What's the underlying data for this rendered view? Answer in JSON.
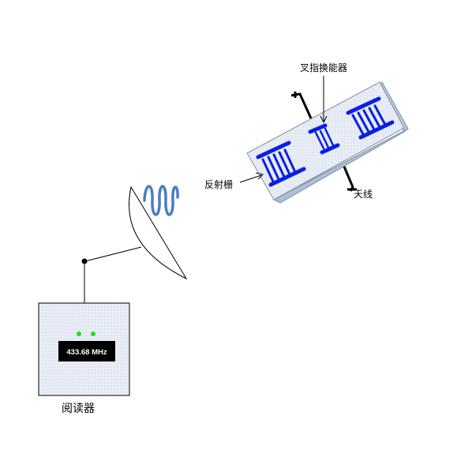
{
  "labels": {
    "idt": "叉指换能器",
    "reflector": "反射栅",
    "antenna": "天线",
    "reader": "阅读器"
  },
  "reader": {
    "frequency": "433.68 MHz",
    "led_count": 2,
    "led_color": "#22dd22"
  },
  "colors": {
    "electrode": "#0a1ee6",
    "wave": "#4a7ec2",
    "panel": "#e6ecf4",
    "panel_dots": "#c9d6e6",
    "substrate_side": "#b8c8dc"
  }
}
